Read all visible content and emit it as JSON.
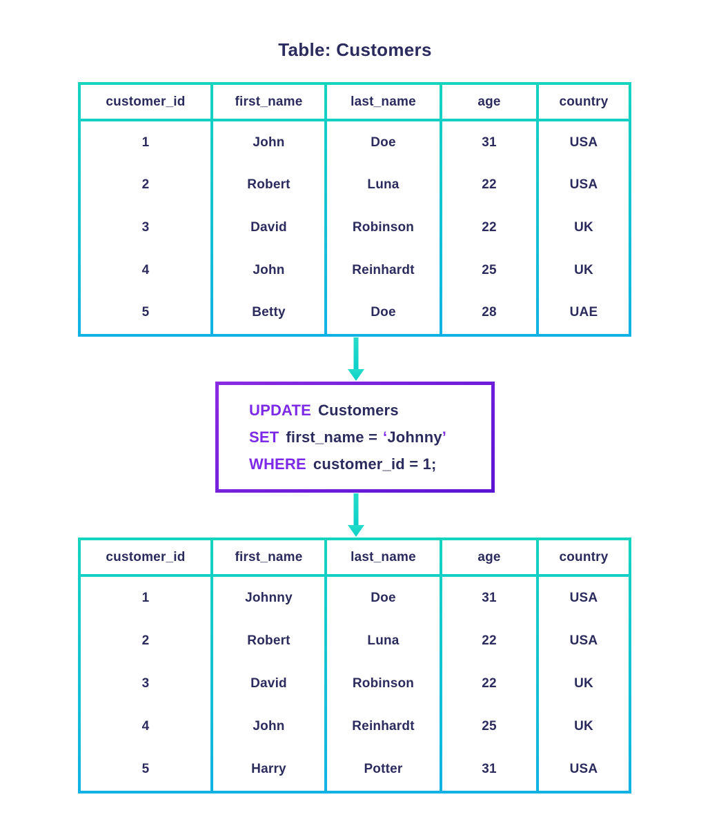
{
  "page": {
    "title": "Table: Customers"
  },
  "colors": {
    "text_navy": "#2b2b5e",
    "table_border_top": "#15d4be",
    "table_border_bottom": "#10b2e5",
    "arrow_teal": "#14d3c6",
    "sql_keyword_purple": "#7d2ae8",
    "sql_box_border_top": "#8a2be2",
    "sql_box_border_bottom": "#5a14d4",
    "background": "#ffffff"
  },
  "columns": [
    "customer_id",
    "first_name",
    "last_name",
    "age",
    "country"
  ],
  "table_before": {
    "rows": [
      [
        "1",
        "John",
        "Doe",
        "31",
        "USA"
      ],
      [
        "2",
        "Robert",
        "Luna",
        "22",
        "USA"
      ],
      [
        "3",
        "David",
        "Robinson",
        "22",
        "UK"
      ],
      [
        "4",
        "John",
        "Reinhardt",
        "25",
        "UK"
      ],
      [
        "5",
        "Betty",
        "Doe",
        "28",
        "UAE"
      ]
    ]
  },
  "sql": {
    "kw1": "UPDATE",
    "t1": "Customers",
    "kw2": "SET",
    "t2": "first_name =",
    "quote_open": "‘",
    "value": "Johnny",
    "quote_close": "’",
    "kw3": "WHERE",
    "t3": "customer_id = 1;"
  },
  "table_after": {
    "rows": [
      [
        "1",
        "Johnny",
        "Doe",
        "31",
        "USA"
      ],
      [
        "2",
        "Robert",
        "Luna",
        "22",
        "USA"
      ],
      [
        "3",
        "David",
        "Robinson",
        "22",
        "UK"
      ],
      [
        "4",
        "John",
        "Reinhardt",
        "25",
        "UK"
      ],
      [
        "5",
        "Harry",
        "Potter",
        "31",
        "USA"
      ]
    ]
  }
}
